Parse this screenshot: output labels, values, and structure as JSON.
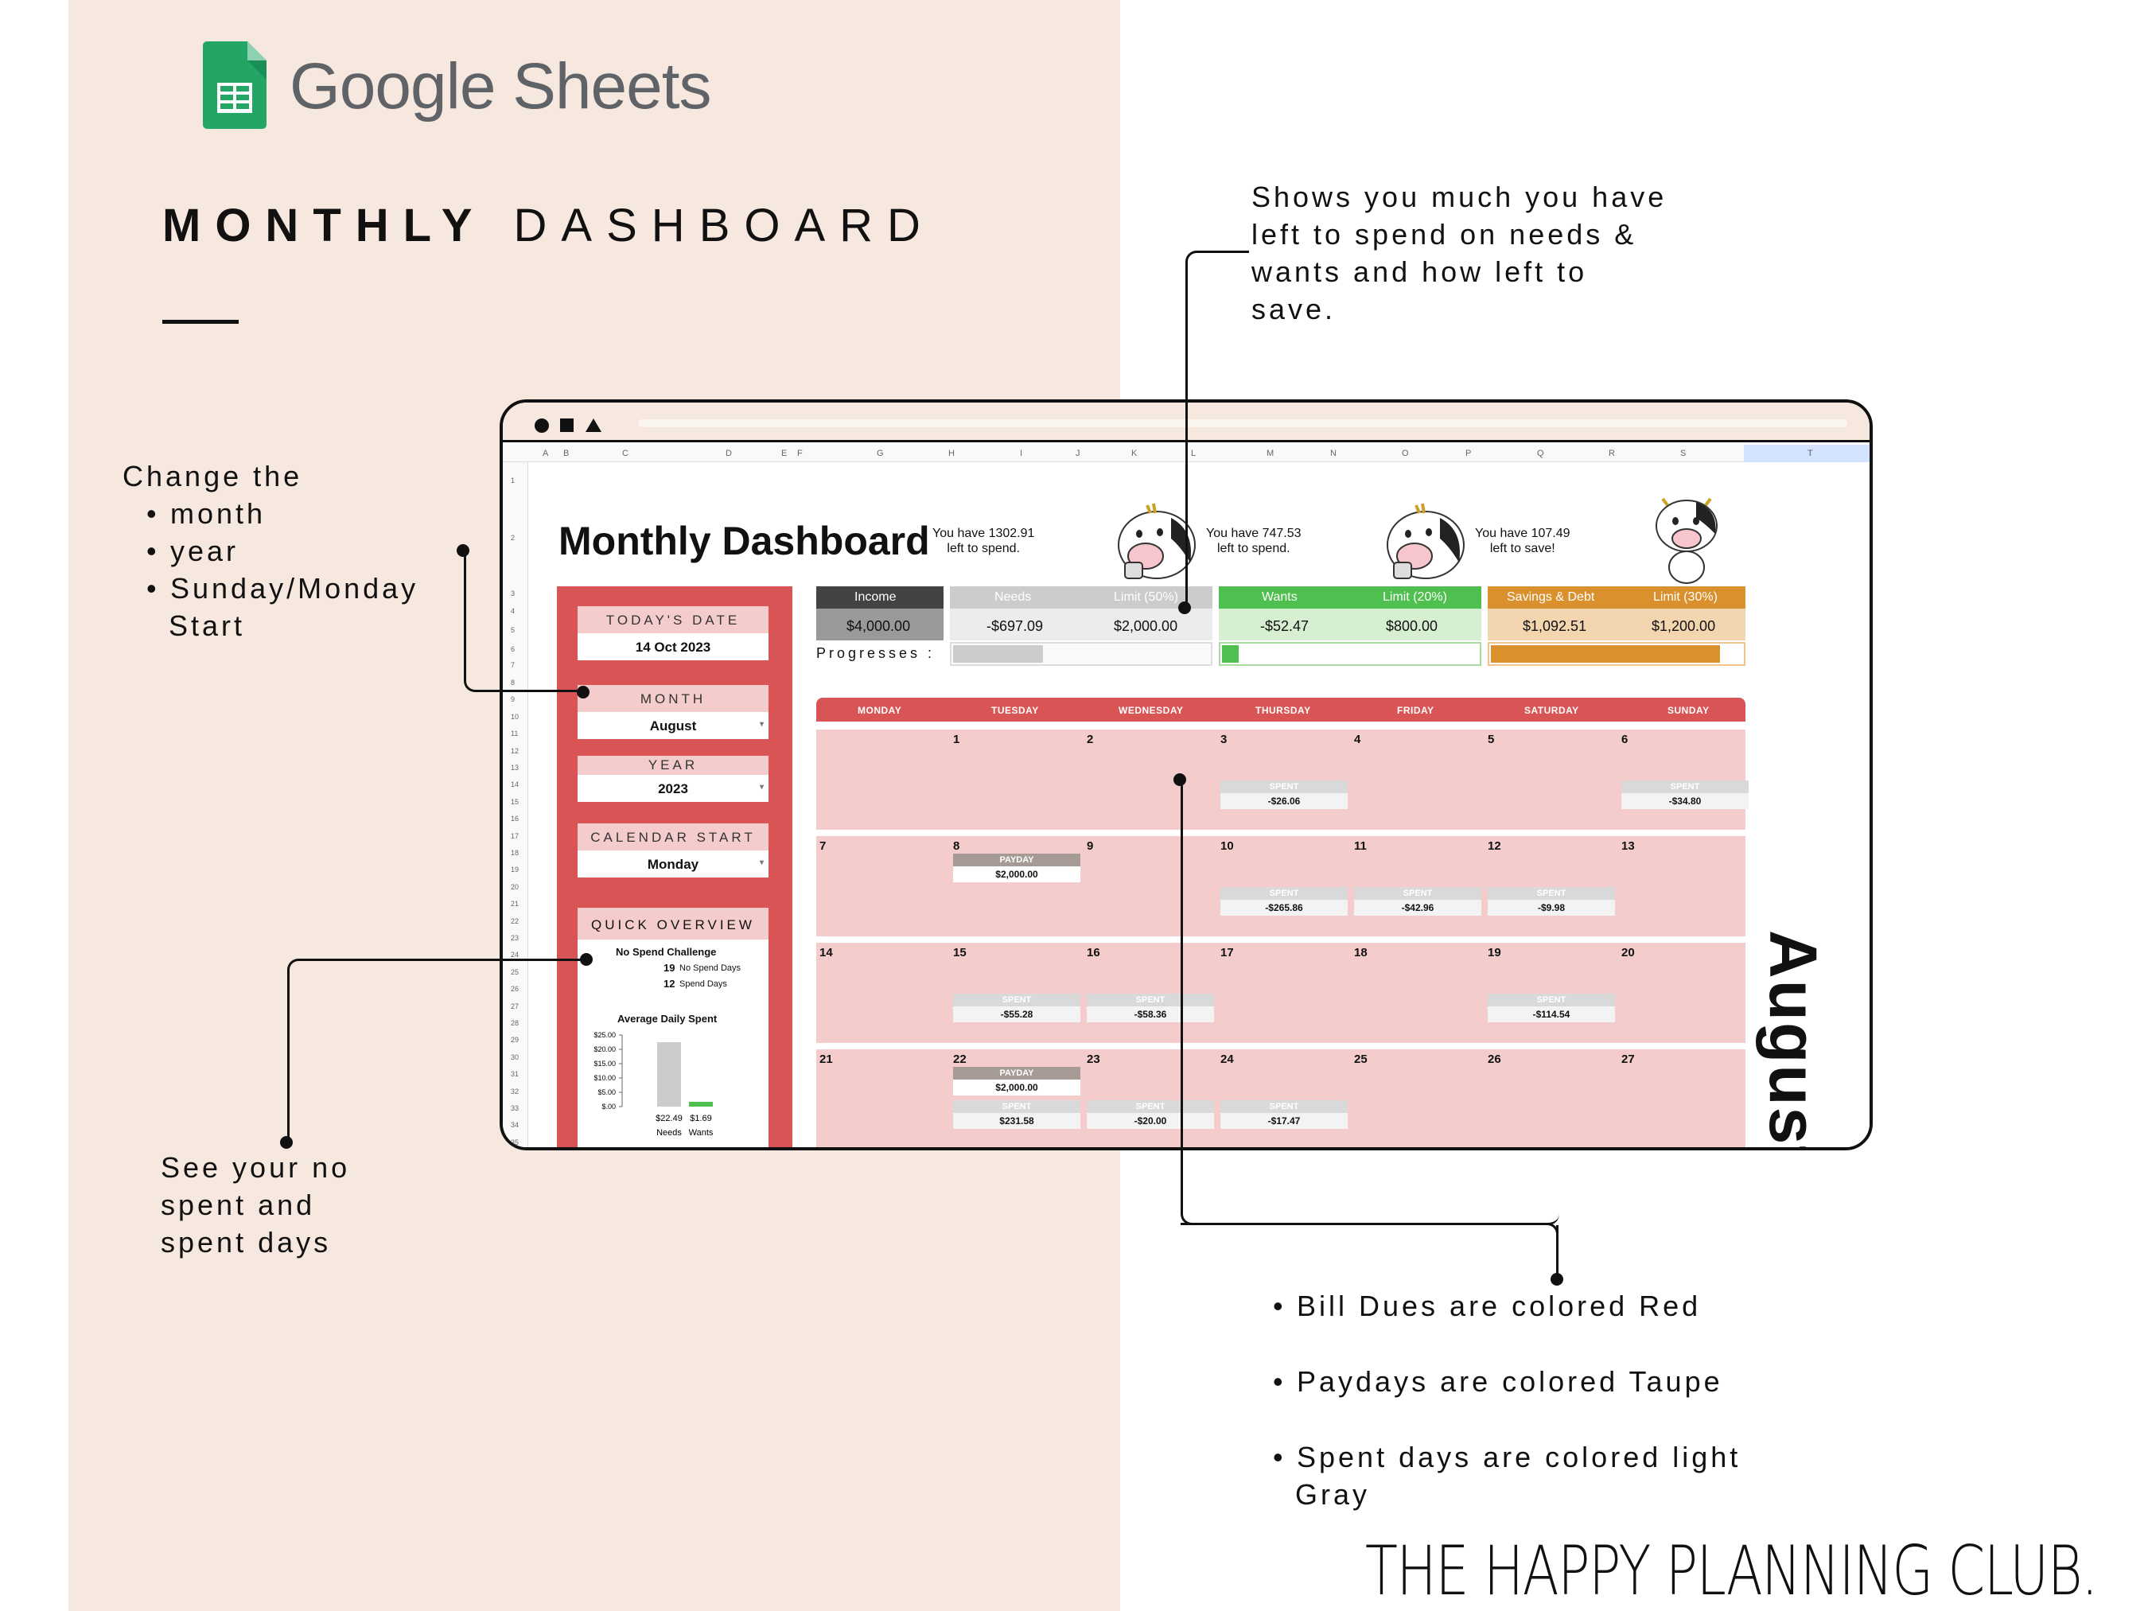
{
  "header": {
    "brand_name": "Google Sheets",
    "title_bold": "MONTHLY",
    "title_light": "DASHBOARD"
  },
  "notes": {
    "top_right": "Shows you much you have\nleft to spend on needs &\nwants and how left to\nsave.",
    "left_intro": "Change the",
    "left_items": [
      "month",
      "year",
      "Sunday/Monday\n  Start"
    ],
    "bottom_left": "See your no\nspent and\nspent days",
    "bottom_right": [
      "Bill Dues are colored Red",
      "Paydays are colored Taupe",
      "Spent days are colored light\n  Gray"
    ]
  },
  "footer": {
    "brand": "THE HAPPY PLANNING CLUB."
  },
  "sheet": {
    "columns": [
      "A",
      "B",
      "C",
      "D",
      "E",
      "F",
      "G",
      "H",
      "I",
      "J",
      "K",
      "L",
      "M",
      "N",
      "O",
      "P",
      "Q",
      "R",
      "S",
      "T"
    ],
    "title": "Monthly Dashboard",
    "todays_date_label": "TODAY'S DATE",
    "todays_date": "14 Oct 2023",
    "month_label": "MONTH",
    "month": "August",
    "year_label": "YEAR",
    "year": "2023",
    "calendar_start_label": "CALENDAR START",
    "calendar_start": "Monday",
    "quick_overview_label": "QUICK OVERVIEW",
    "no_spend_title": "No Spend Challenge",
    "no_spend_days": "19",
    "no_spend_days_label": "No Spend Days",
    "spend_days": "12",
    "spend_days_label": "Spend Days",
    "avg_chart_title": "Average Daily Spent",
    "avg_chart_ticks": [
      "$25.00",
      "$20.00",
      "$15.00",
      "$10.00",
      "$5.00",
      "$.00"
    ],
    "avg_needs_value": "$22.49",
    "avg_wants_value": "$1.69",
    "avg_needs_label": "Needs",
    "avg_wants_label": "Wants",
    "needs_left_msg": "You have 1302.91\nleft to spend.",
    "wants_left_msg": "You have 747.53\nleft to spend.",
    "save_left_msg": "You have 107.49\nleft to save!",
    "income_label": "Income",
    "income_value": "$4,000.00",
    "needs_label": "Needs",
    "needs_limit_label": "Limit (50%)",
    "needs_value": "-$697.09",
    "needs_limit": "$2,000.00",
    "wants_label": "Wants",
    "wants_limit_label": "Limit (20%)",
    "wants_value": "-$52.47",
    "wants_limit": "$800.00",
    "savings_label": "Savings & Debt",
    "savings_limit_label": "Limit (30%)",
    "savings_value": "$1,092.51",
    "savings_limit": "$1,200.00",
    "progresses_label": "Progresses :",
    "needs_progress": 0.35,
    "wants_progress": 0.066,
    "savings_progress": 0.91,
    "weekdays": [
      "MONDAY",
      "TUESDAY",
      "WEDNESDAY",
      "THURSDAY",
      "FRIDAY",
      "SATURDAY",
      "SUNDAY"
    ],
    "month_vertical": "August",
    "spent_label": "SPENT",
    "payday_label": "PAYDAY",
    "weeks": [
      [
        "",
        "1",
        "2",
        "3",
        "4",
        "5",
        "6"
      ],
      [
        "7",
        "8",
        "9",
        "10",
        "11",
        "12",
        "13"
      ],
      [
        "14",
        "15",
        "16",
        "17",
        "18",
        "19",
        "20"
      ],
      [
        "21",
        "22",
        "23",
        "24",
        "25",
        "26",
        "27"
      ]
    ],
    "entries": {
      "w0d3": "-$26.06",
      "w0d6": "-$34.80",
      "w1d1_pay": "$2,000.00",
      "w1d3": "-$265.86",
      "w1d4": "-$42.96",
      "w1d5": "-$9.98",
      "w2d1": "-$55.28",
      "w2d2": "-$58.36",
      "w2d5": "-$114.54",
      "w3d1_pay": "$2,000.00",
      "w3d1": "$231.58",
      "w3d2": "-$20.00",
      "w3d3": "-$17.47"
    }
  },
  "colors": {
    "panel_bg": "#f6e8de",
    "sidebar_red": "#d95555",
    "calendar_pink": "#f4cccc",
    "income_dark": "#434343",
    "needs_gray": "#cccccc",
    "wants_green": "#4fbf4f",
    "savings_orange": "#d9902d",
    "payday_taupe": "#a69a94"
  }
}
